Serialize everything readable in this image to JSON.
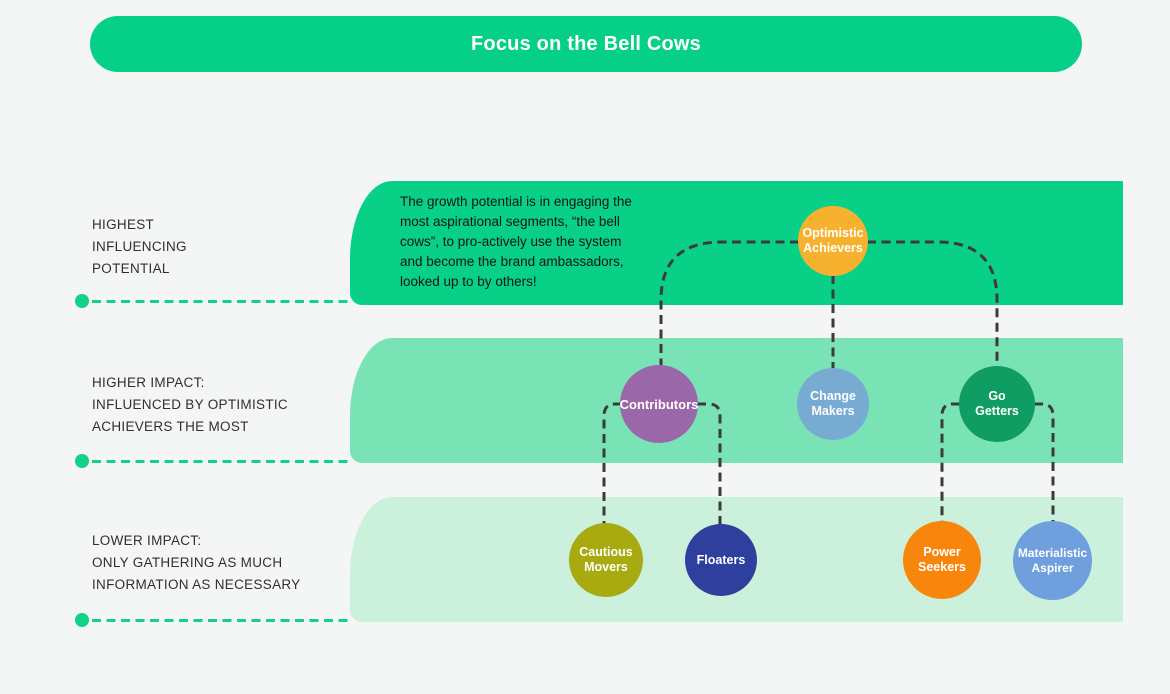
{
  "title": "Focus on the Bell Cows",
  "description": "The growth potential is in engaging the\nmost aspirational segments, “the bell\ncows”, to pro-actively use the system\nand become the brand ambassadors,\nlooked up to by others!",
  "tiers": {
    "tier1": {
      "label": "HIGHEST\nINFLUENCING\nPOTENTIAL"
    },
    "tier2": {
      "label": "HIGHER IMPACT:\nINFLUENCED BY OPTIMISTIC\nACHIEVERS THE MOST"
    },
    "tier3": {
      "label": "LOWER IMPACT:\nONLY GATHERING AS MUCH\nINFORMATION AS NECESSARY"
    }
  },
  "segments": {
    "optimistic_achievers": {
      "label": "Optimistic\nAchievers",
      "color": "#f6b12e"
    },
    "contributors": {
      "label": "Contributors",
      "color": "#9a67a8"
    },
    "change_makers": {
      "label": "Change\nMakers",
      "color": "#78abd1"
    },
    "go_getters": {
      "label": "Go\nGetters",
      "color": "#0f9d63"
    },
    "cautious_movers": {
      "label": "Cautious\nMovers",
      "color": "#a7ab0f"
    },
    "floaters": {
      "label": "Floaters",
      "color": "#2f3f9e"
    },
    "power_seekers": {
      "label": "Power\nSeekers",
      "color": "#f8860d"
    },
    "materialistic_aspirer": {
      "label": "Materialistic\nAspirer",
      "color": "#6fa0dd"
    }
  },
  "theme": {
    "background": "#f4f6f5",
    "header_bg": "#06d088",
    "band1_bg": "#09d087",
    "band2_bg": "#7ae3b5",
    "band3_bg": "#cbf1dc",
    "guide_color": "#12d287",
    "connector_color": "#3b3b3b",
    "title_color": "#ffffff",
    "label_color": "#2f2f2f",
    "description_color": "#161616"
  }
}
